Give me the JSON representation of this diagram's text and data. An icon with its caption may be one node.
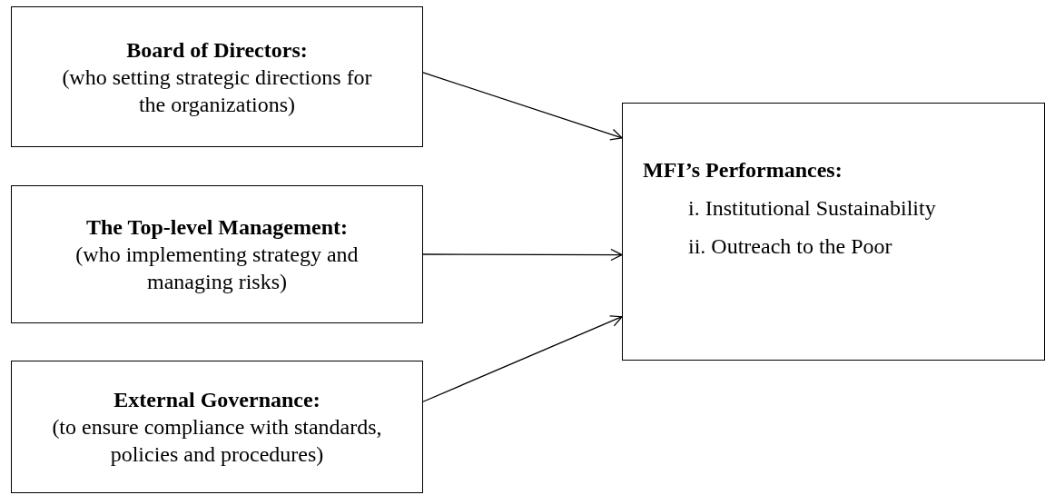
{
  "diagram": {
    "nodes": [
      {
        "text": [
          "Board of Directors:",
          "(who setting strategic directions for the organizations)"
        ]
      },
      {
        "text": [
          "The Top-level Management:",
          "(who implementing strategy and managing risks)"
        ]
      },
      {
        "text": [
          "External Governance:",
          "(to ensure compliance with standards, policies and procedures)"
        ]
      },
      {
        "text": [
          "MFI’s Performances:",
          "i. Institutional Sustainability",
          "ii. Outreach to the Poor"
        ]
      }
    ],
    "edges": [
      {
        "from": 0,
        "to": 3,
        "arrow": "to"
      },
      {
        "from": 1,
        "to": 3,
        "arrow": "to"
      },
      {
        "from": 2,
        "to": 3,
        "arrow": "to"
      }
    ]
  }
}
